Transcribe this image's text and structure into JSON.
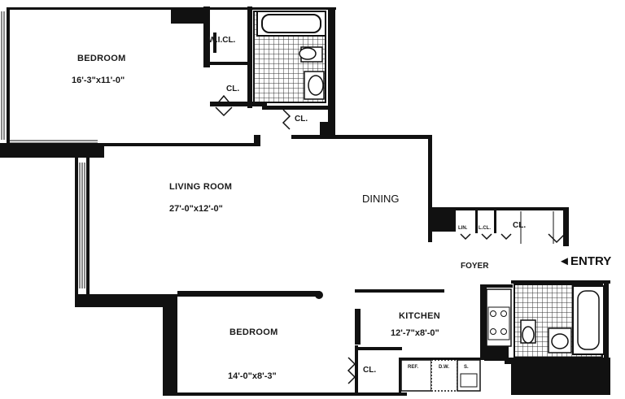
{
  "rooms": {
    "bedroom1": {
      "name": "BEDROOM",
      "dims": "16'-3\"x11'-0\""
    },
    "living": {
      "name": "LIVING ROOM",
      "dims": "27'-0\"x12'-0\""
    },
    "dining": {
      "name": "DINING"
    },
    "bedroom2": {
      "name": "BEDROOM",
      "dims": "14'-0\"x8'-3\""
    },
    "kitchen": {
      "name": "KITCHEN",
      "dims": "12'-7\"x8'-0\""
    },
    "foyer": {
      "name": "FOYER"
    },
    "wicl": {
      "name": "W.I.CL."
    }
  },
  "closets": {
    "cl": "CL.",
    "small_a": "LIN.",
    "small_b": "L.CL."
  },
  "appliances": {
    "ref": "REF.",
    "dw": "D.W.",
    "sink": "S."
  },
  "entry": {
    "label": "ENTRY",
    "arrow": "◄"
  },
  "colors": {
    "wall": "#111111",
    "paper": "#ffffff",
    "tile": "#333333"
  }
}
